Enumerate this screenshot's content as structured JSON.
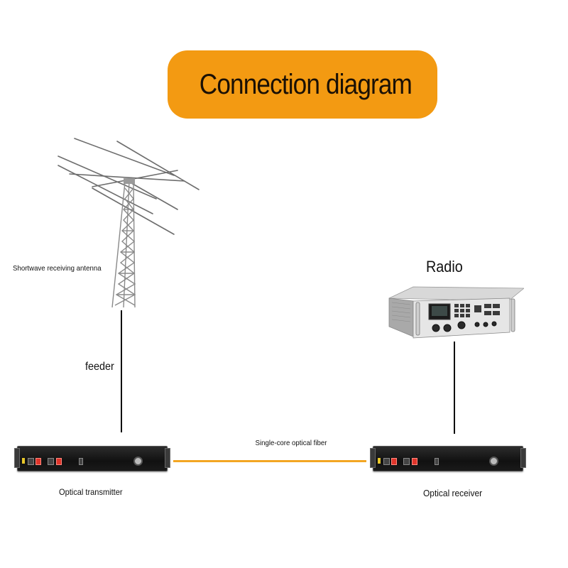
{
  "title": "Connection diagram",
  "labels": {
    "antenna": "Shortwave receiving antenna",
    "feeder": "feeder",
    "radio": "Radio",
    "fiber": "Single-core optical fiber",
    "transmitter": "Optical transmitter",
    "receiver": "Optical receiver"
  },
  "icons": {
    "antenna": "antenna-tower-icon",
    "radio": "radio-unit-icon",
    "transmitter": "optical-transmitter-icon",
    "receiver": "optical-receiver-icon"
  },
  "colors": {
    "banner": "#f39a12",
    "fiber": "#f3a623",
    "cable": "#0a0a0a"
  }
}
